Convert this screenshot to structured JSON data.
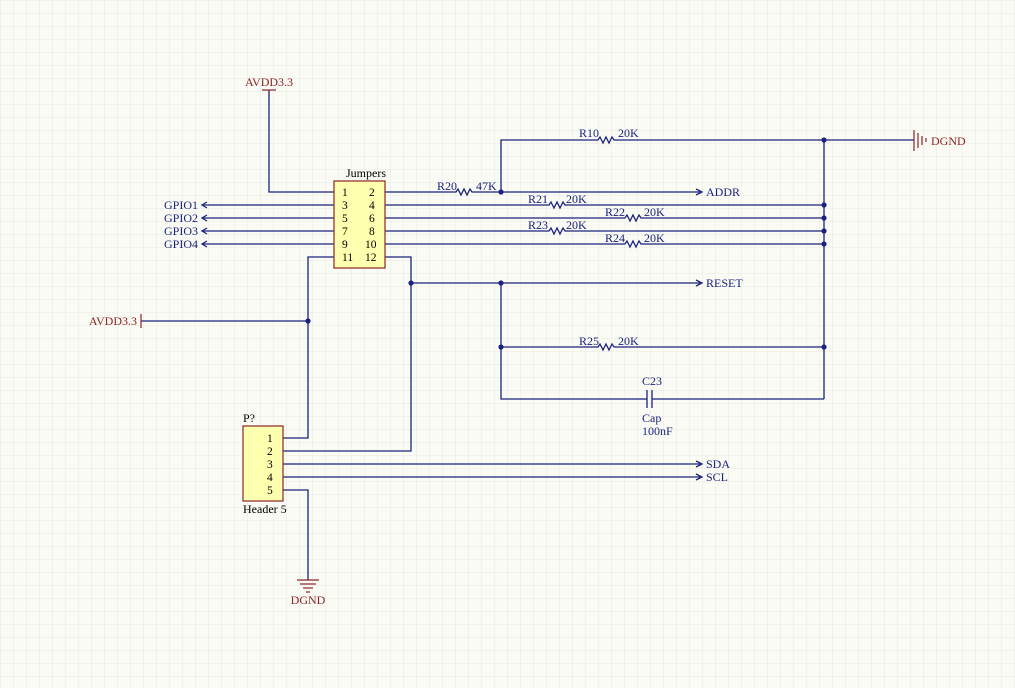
{
  "colors": {
    "background": "#fbfbf5",
    "grid": "#e9e9e2",
    "wire": "#1a237e",
    "component": "#8a2424",
    "component_fill": "#ffffb0",
    "power_label": "#8a2424"
  },
  "power": {
    "avdd_top": "AVDD3.3",
    "avdd_left": "AVDD3.3",
    "dgnd_right": "DGND",
    "dgnd_bottom": "DGND"
  },
  "jumpers": {
    "title": "Jumpers",
    "pins_left": [
      "1",
      "3",
      "5",
      "7",
      "9",
      "11"
    ],
    "pins_right": [
      "2",
      "4",
      "6",
      "8",
      "10",
      "12"
    ]
  },
  "header": {
    "designator": "P?",
    "name": "Header 5",
    "pins": [
      "1",
      "2",
      "3",
      "4",
      "5"
    ]
  },
  "gpio": [
    "GPIO1",
    "GPIO2",
    "GPIO3",
    "GPIO4"
  ],
  "ports": {
    "addr": "ADDR",
    "reset": "RESET",
    "sda": "SDA",
    "scl": "SCL"
  },
  "resistors": {
    "r10": {
      "ref": "R10",
      "value": "20K"
    },
    "r20": {
      "ref": "R20",
      "value": "47K"
    },
    "r21": {
      "ref": "R21",
      "value": "20K"
    },
    "r22": {
      "ref": "R22",
      "value": "20K"
    },
    "r23": {
      "ref": "R23",
      "value": "20K"
    },
    "r24": {
      "ref": "R24",
      "value": "20K"
    },
    "r25": {
      "ref": "R25",
      "value": "20K"
    }
  },
  "capacitor": {
    "ref": "C23",
    "type": "Cap",
    "value": "100nF"
  }
}
